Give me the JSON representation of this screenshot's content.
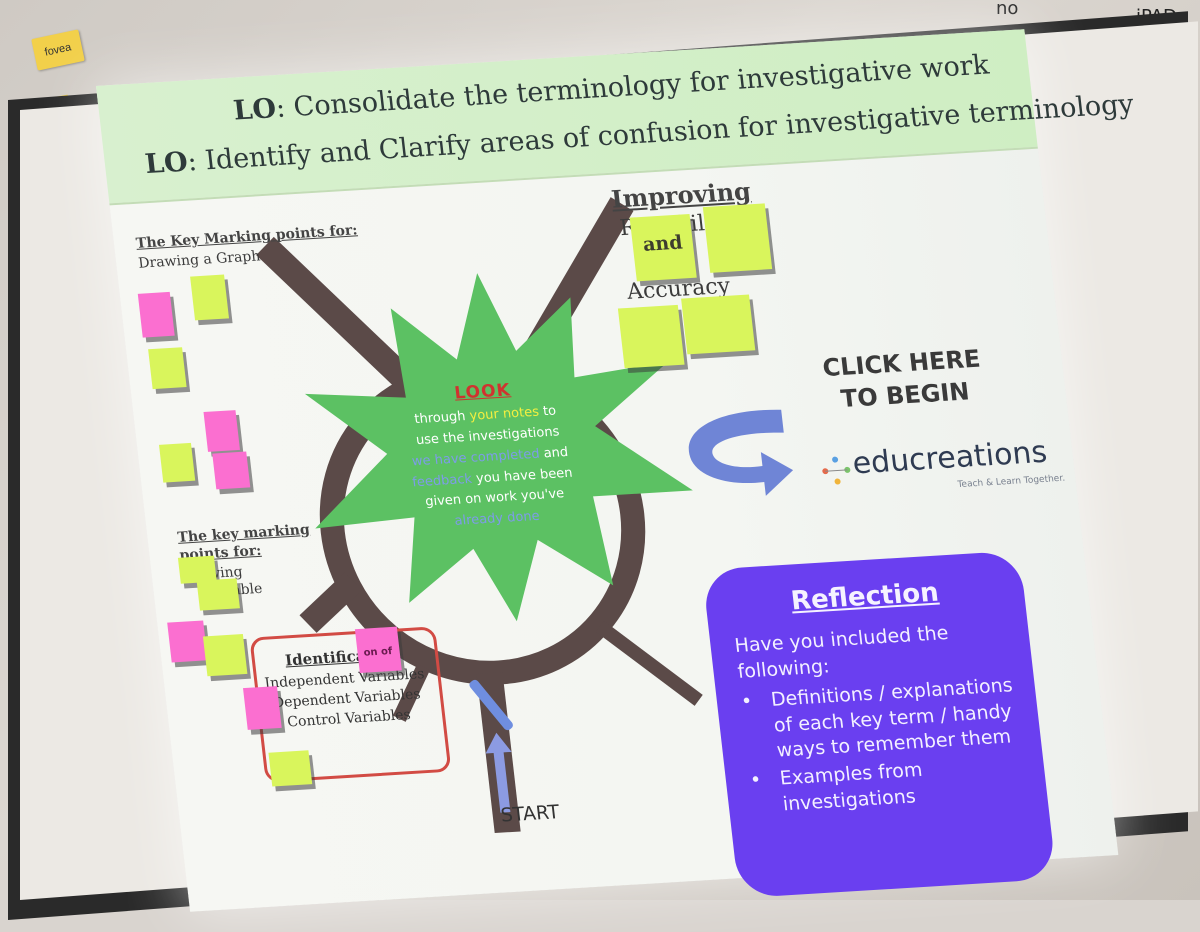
{
  "wall": {
    "tag_label": "fovea",
    "handwriting_1": "no",
    "handwriting_2": "iPADs"
  },
  "slide": {
    "lo_prefix": "LO",
    "lo1": ": Consolidate the terminology for investigative work",
    "lo2": ": Identify and Clarify areas of confusion for investigative terminology",
    "marking_graph_heading": "The Key Marking points for:",
    "marking_graph_sub": "Drawing a Graph",
    "marking_table_heading_1": "The key marking",
    "marking_table_heading_2": "points for:",
    "marking_table_sub_1": "Drawing",
    "marking_table_sub_2": "a table",
    "improving_heading": "Improving",
    "reliability": "Reliability",
    "and_label": "and",
    "accuracy": "Accuracy",
    "star": {
      "look": "LOOK",
      "line1_a": "through ",
      "line1_b": "your notes",
      "line1_c": " to",
      "line2": "use the investigations",
      "line3_a": "we have completed",
      "line3_b": " and",
      "line4_a": "feedback",
      "line4_b": " you have been",
      "line5": "given on work you've",
      "line6": "already done"
    },
    "click_here_1": "CLICK HERE",
    "click_here_2": "TO BEGIN",
    "educreations": "educreations",
    "educreations_tagline": "Teach & Learn Together.",
    "identification": {
      "title": "Identification",
      "items": [
        "Independent Variables",
        "Dependent Variables",
        "Control Variables"
      ],
      "note_text": "on of"
    },
    "start_label": "START",
    "reflection": {
      "title": "Reflection",
      "intro": "Have you included the following:",
      "items": [
        "Definitions / explanations of each key term / handy ways to remember them",
        "Examples from investigations"
      ]
    }
  },
  "colors": {
    "banner": "#d8f0cf",
    "star": "#5cc163",
    "reflection_box": "#6a3ff0",
    "sticky_green": "#d9f55c",
    "sticky_pink": "#fb6fd0",
    "road": "#5b4a48"
  }
}
